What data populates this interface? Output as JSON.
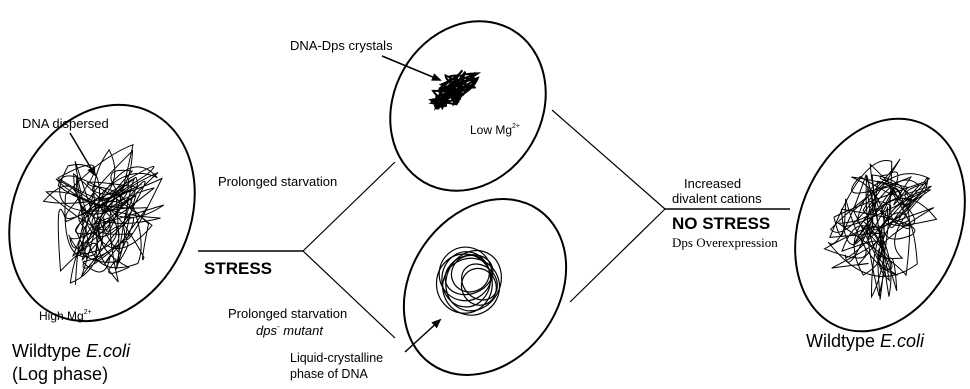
{
  "labels": {
    "dna_dispersed": "DNA dispersed",
    "high_mg": "High Mg",
    "high_mg_sup": "2+",
    "wildtype_left_prefix": "Wildtype ",
    "ecoli": "E.coli",
    "log_phase": "(Log phase)",
    "stress": "STRESS",
    "prolonged_starvation_top": "Prolonged starvation",
    "prolonged_starvation_bottom": "Prolonged starvation",
    "dps_mutant_prefix": "dps",
    "dps_mutant_sup": "-",
    "dps_mutant_suffix": " mutant",
    "dna_dps_crystals": "DNA-Dps crystals",
    "low_mg": "Low Mg",
    "low_mg_sup": "2+",
    "liquid_crystalline_line1": "Liquid-crystalline",
    "liquid_crystalline_line2": "phase of DNA",
    "increased_line1": "Increased",
    "increased_line2": "divalent cations",
    "no_stress": "NO STRESS",
    "dps_overexpression": "Dps Overexpression",
    "wildtype_right_prefix": "Wildtype ",
    "ecoli_right": "E.coli"
  },
  "colors": {
    "ink": "#000000",
    "background": "#ffffff"
  }
}
